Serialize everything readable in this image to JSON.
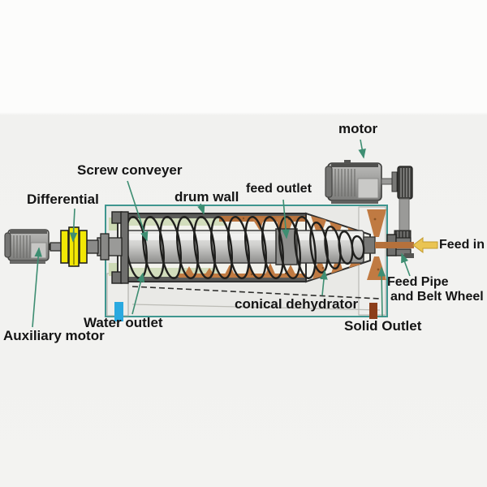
{
  "diagram": {
    "type": "decanter-centrifuge-schematic",
    "labels": {
      "motor": "motor",
      "screw_conveyor": "Screw conveyer",
      "drum_wall": "drum wall",
      "feed_outlet": "feed outlet",
      "differential": "Differential",
      "feed_in": "Feed in",
      "feed_pipe_line1": "Feed Pipe",
      "feed_pipe_line2": "and Belt Wheel",
      "conical_dehydrator": "conical dehydrator",
      "water_outlet": "Water outlet",
      "solid_outlet": "Solid Outlet",
      "auxiliary_motor": "Auxiliary motor"
    },
    "colors": {
      "outline_teal": "#3f968f",
      "arrow_green": "#3e8e72",
      "differential_yellow": "#f2e705",
      "feed_arrow_yellow": "#eac452",
      "water_blue": "#2aa9e0",
      "solids_brown": "#c07a42",
      "rust_brown": "#b5713c",
      "solid_outlet_brown": "#8c3e1a"
    }
  }
}
